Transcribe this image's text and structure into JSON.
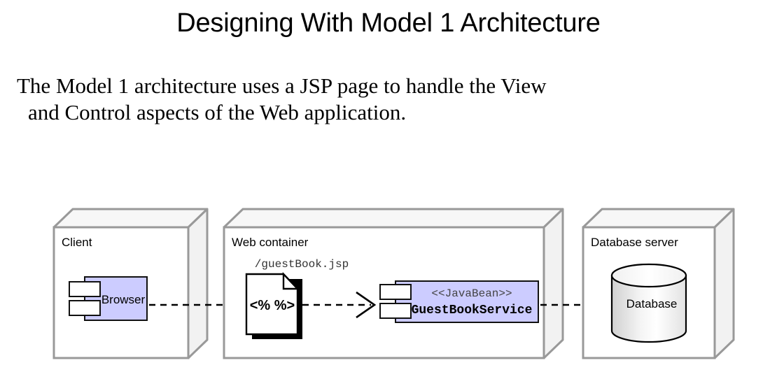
{
  "slide": {
    "title": "Designing With Model 1 Architecture",
    "body_line_1": "The Model 1 architecture uses a JSP page to handle the View",
    "body_line_2": "and Control aspects of the Web application."
  },
  "colors": {
    "component_fill": "#ccccff",
    "node_stroke": "#999999",
    "node_top_fill": "#f7f7f7",
    "node_side_fill": "#f2f2f2",
    "node_front_fill": "#ffffff",
    "text": "#000000",
    "mono_text": "#333333",
    "background": "#ffffff"
  },
  "diagram": {
    "type": "uml-deployment-diagram",
    "nodes": [
      {
        "id": "client",
        "label": "Client",
        "kind": "node-3d-box",
        "contains": [
          {
            "id": "browser",
            "label": "Browser",
            "kind": "uml-component",
            "fill": "#ccccff"
          }
        ]
      },
      {
        "id": "web-container",
        "label": "Web container",
        "kind": "node-3d-box",
        "contains": [
          {
            "id": "guestbook-jsp",
            "label": "/guestBook.jsp",
            "inner_text": "<% %>",
            "kind": "jsp-document"
          },
          {
            "id": "guestbookservice",
            "stereotype": "<<JavaBean>>",
            "label": "GuestBookService",
            "kind": "uml-component",
            "fill": "#ccccff"
          }
        ]
      },
      {
        "id": "database-server",
        "label": "Database server",
        "kind": "node-3d-box",
        "contains": [
          {
            "id": "database",
            "label": "Database",
            "kind": "cylinder"
          }
        ]
      }
    ],
    "connectors": [
      {
        "id": "browser-to-jsp",
        "from": "browser",
        "to": "guestbook-jsp",
        "style": "dashed-open-arrow"
      },
      {
        "id": "jsp-to-service",
        "from": "guestbook-jsp",
        "to": "guestbookservice",
        "style": "dashed-open-arrow"
      },
      {
        "id": "service-to-database",
        "from": "guestbookservice",
        "to": "database",
        "style": "dashed-open-arrow"
      }
    ]
  }
}
